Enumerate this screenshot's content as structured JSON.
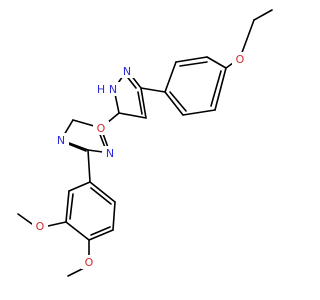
{
  "colors": {
    "background": "#ffffff",
    "bond": "#000000",
    "nitrogen": "#2b2bd9",
    "oxygen": "#d62828"
  },
  "atoms": {
    "pyrazole_nh": "H",
    "pyrazole_n1": "N",
    "pyrazole_n2": "N",
    "oxadiazole_o": "O",
    "oxadiazole_n_left": "N",
    "oxadiazole_n_right": "N",
    "ethoxy_o": "O",
    "methoxy_o_upper": "O",
    "methoxy_o_lower": "O"
  }
}
